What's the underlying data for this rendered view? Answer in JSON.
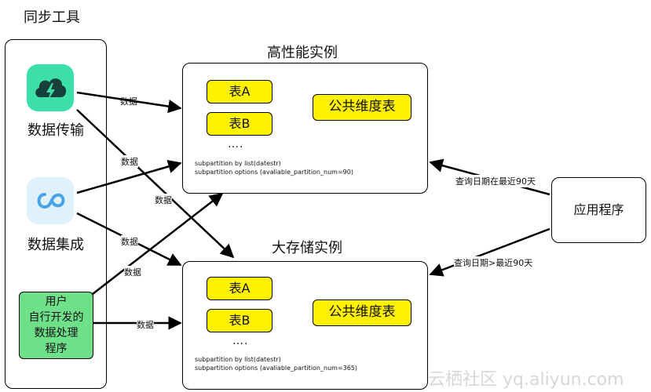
{
  "sync_tools": {
    "title": "同步工具",
    "data_transfer": {
      "label": "数据传输",
      "icon": "cloud-lightning-icon"
    },
    "data_integration": {
      "label": "数据集成",
      "icon": "infinity-loop-icon"
    },
    "user_program": {
      "lines": [
        "用户",
        "自行开发的",
        "数据处理",
        "程序"
      ]
    }
  },
  "high_perf_instance": {
    "title": "高性能实例",
    "table_a": "表A",
    "table_b": "表B",
    "ellipsis": "….",
    "public_table": "公共维度表",
    "partition_line1": "subpartition by list(datestr)",
    "partition_line2": "subpartition options (avaliable_partition_num=90)"
  },
  "large_storage_instance": {
    "title": "大存储实例",
    "table_a": "表A",
    "table_b": "表B",
    "ellipsis": "….",
    "public_table": "公共维度表",
    "partition_line1": "subpartition by list(datestr)",
    "partition_line2": "subpartition options (avaliable_partition_num=365)"
  },
  "application": {
    "label": "应用程序"
  },
  "edges": {
    "data": "数据",
    "query_recent": "查询日期在最近90天",
    "query_older": "查询日期>最近90天"
  },
  "watermark": "云栖社区 yq.aliyun.com",
  "colors": {
    "table_fill": "#fff200",
    "user_program_fill": "#6fe08a",
    "data_transfer_icon": "#3ddfa8",
    "data_integration_icon": "#dff1fb"
  }
}
